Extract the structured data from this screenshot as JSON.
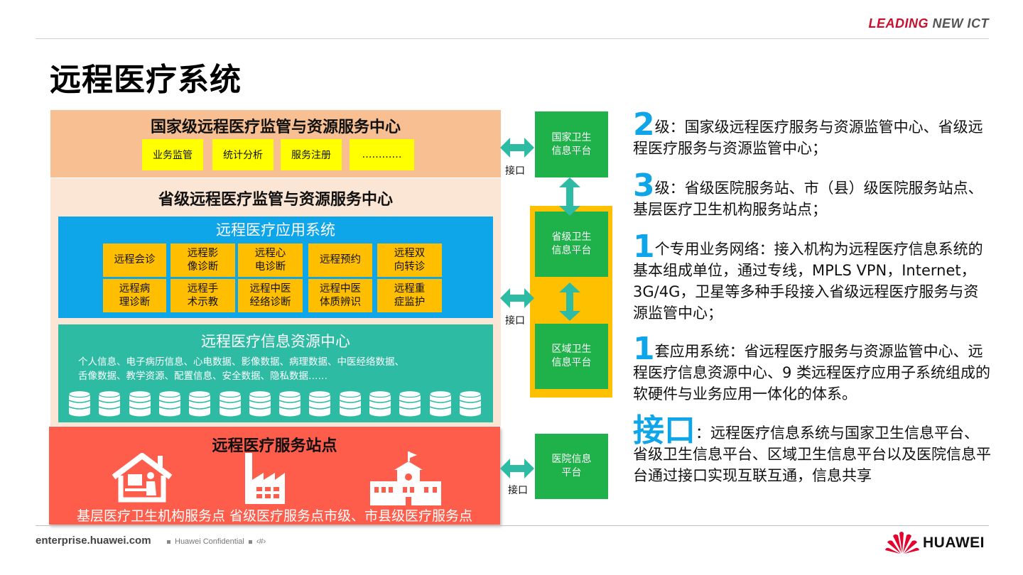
{
  "header": {
    "brand_tag_red": "LEADING",
    "brand_tag_grey": "NEW ICT",
    "title": "远程医疗系统"
  },
  "national": {
    "title": "国家级远程医疗监管与资源服务中心",
    "items": [
      "业务监管",
      "统计分析",
      "服务注册",
      "…………"
    ]
  },
  "provincial": {
    "title": "省级远程医疗监管与资源服务中心"
  },
  "app_system": {
    "title": "远程医疗应用系统",
    "items": [
      "远程会诊",
      "远程影\n像诊断",
      "远程心\n电诊断",
      "远程预约",
      "远程双\n向转诊",
      "远程病\n理诊断",
      "远程手\n术示教",
      "远程中医\n经络诊断",
      "远程中医\n体质辨识",
      "远程重\n症监护"
    ]
  },
  "resource_center": {
    "title": "远程医疗信息资源中心",
    "desc_line1": "个人信息、电子病历信息、心电数据、影像数据、病理数据、中医经络数据、",
    "desc_line2": "舌像数据、教学资源、配置信息、安全数据、隐私数据……"
  },
  "service_station": {
    "title": "远程医疗服务站点",
    "labels": "基层医疗卫生机构服务点 省级医疗服务点市级、市县级医疗服务点"
  },
  "platforms": {
    "national": "国家卫生\n信息平台",
    "provincial": "省级卫生\n信息平台",
    "regional": "区域卫生\n信息平台",
    "hospital": "医院信息\n平台",
    "interface_label": "接口"
  },
  "right_text": {
    "p1_big": "2",
    "p1_text": "级：国家级远程医疗服务与资源监管中心、省级远程医疗服务与资源监管中心；",
    "p2_big": "3",
    "p2_text": "级：省级医院服务站、市（县）级医院服务站点、基层医疗卫生机构服务站点；",
    "p3_big": "1",
    "p3_text": "个专用业务网络：接入机构为远程医疗信息系统的基本组成单位，通过专线，MPLS VPN，Internet，3G/4G，卫星等多种手段接入省级远程医疗服务与资源监管中心；",
    "p4_big": "1",
    "p4_text": "套应用系统：省远程医疗服务与资源监管中心、远程医疗信息资源中心、9 类远程医疗应用子系统组成的软硬件与业务应用一体化的体系。",
    "p5_big": "接口",
    "p5_text": "：远程医疗信息系统与国家卫生信息平台、省级卫生信息平台、区域卫生信息平台以及医院信息平台通过接口实现互联互通，信息共享"
  },
  "footer": {
    "domain": "enterprise.huawei.com",
    "confidential": "Huawei Confidential",
    "page": "‹#›",
    "logo_text": "HUAWEI"
  },
  "colors": {
    "national_bg": "#f7bf92",
    "provincial_bg": "#fbe5d4",
    "app_bg": "#0ea6e8",
    "resource_bg": "#2dbba4",
    "station_bg": "#fd5d4a",
    "platform_green": "#1fb14a",
    "frame_yellow": "#ffc000",
    "arrow_teal": "#2dbba4",
    "accent_blue": "#0ea6e8",
    "brand_red": "#c8102e"
  }
}
